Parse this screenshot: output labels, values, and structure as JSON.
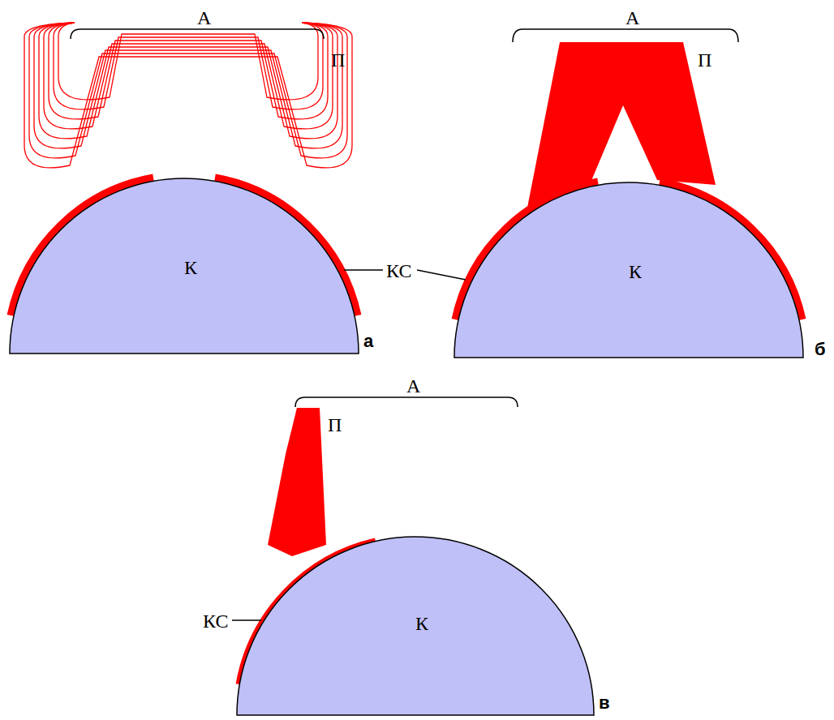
{
  "diagram": {
    "nodes": [
      {
        "text": [
          "А"
        ]
      },
      {
        "text": [
          "А"
        ]
      },
      {
        "text": [
          "К"
        ]
      },
      {
        "text": [
          "К"
        ]
      },
      {
        "text": [
          "А"
        ]
      },
      {
        "text": [
          "К"
        ]
      }
    ],
    "labels": [
      "П",
      "П",
      "КС",
      "а",
      "б",
      "П",
      "КС",
      "в"
    ]
  }
}
